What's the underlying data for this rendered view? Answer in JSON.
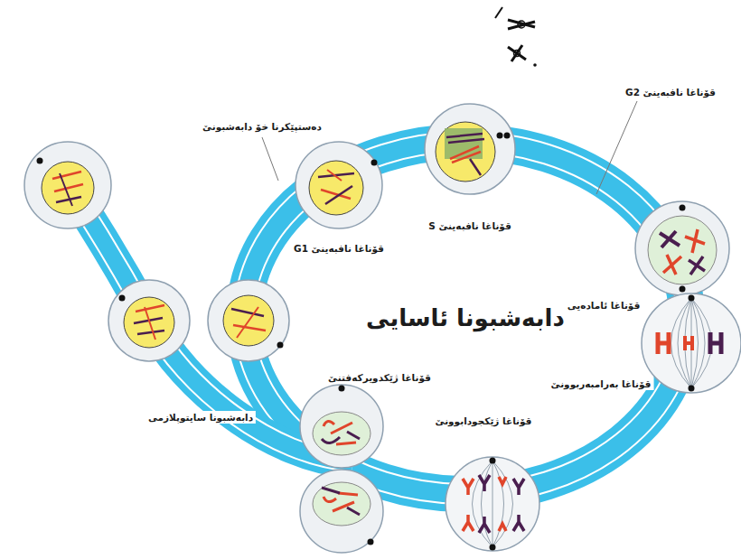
{
  "diagram": {
    "title": "دابەشبونا ئاسایی",
    "labels": [
      "قۆناغا نافبەینێ G2",
      "دەستپێکرنا خۆ دابەشبونێ",
      "قۆناغا نافبەینێ G1",
      "قۆناغا نافبەینێ S",
      "قۆناغا ئامادەیی",
      "قۆناغا بەرامبەربوونێ",
      "قۆناغا ژێکجودابوونێ",
      "قۆناغا ژێکدویرکەفتنێ",
      "دابەشبونا سایتوپلازمی"
    ]
  }
}
